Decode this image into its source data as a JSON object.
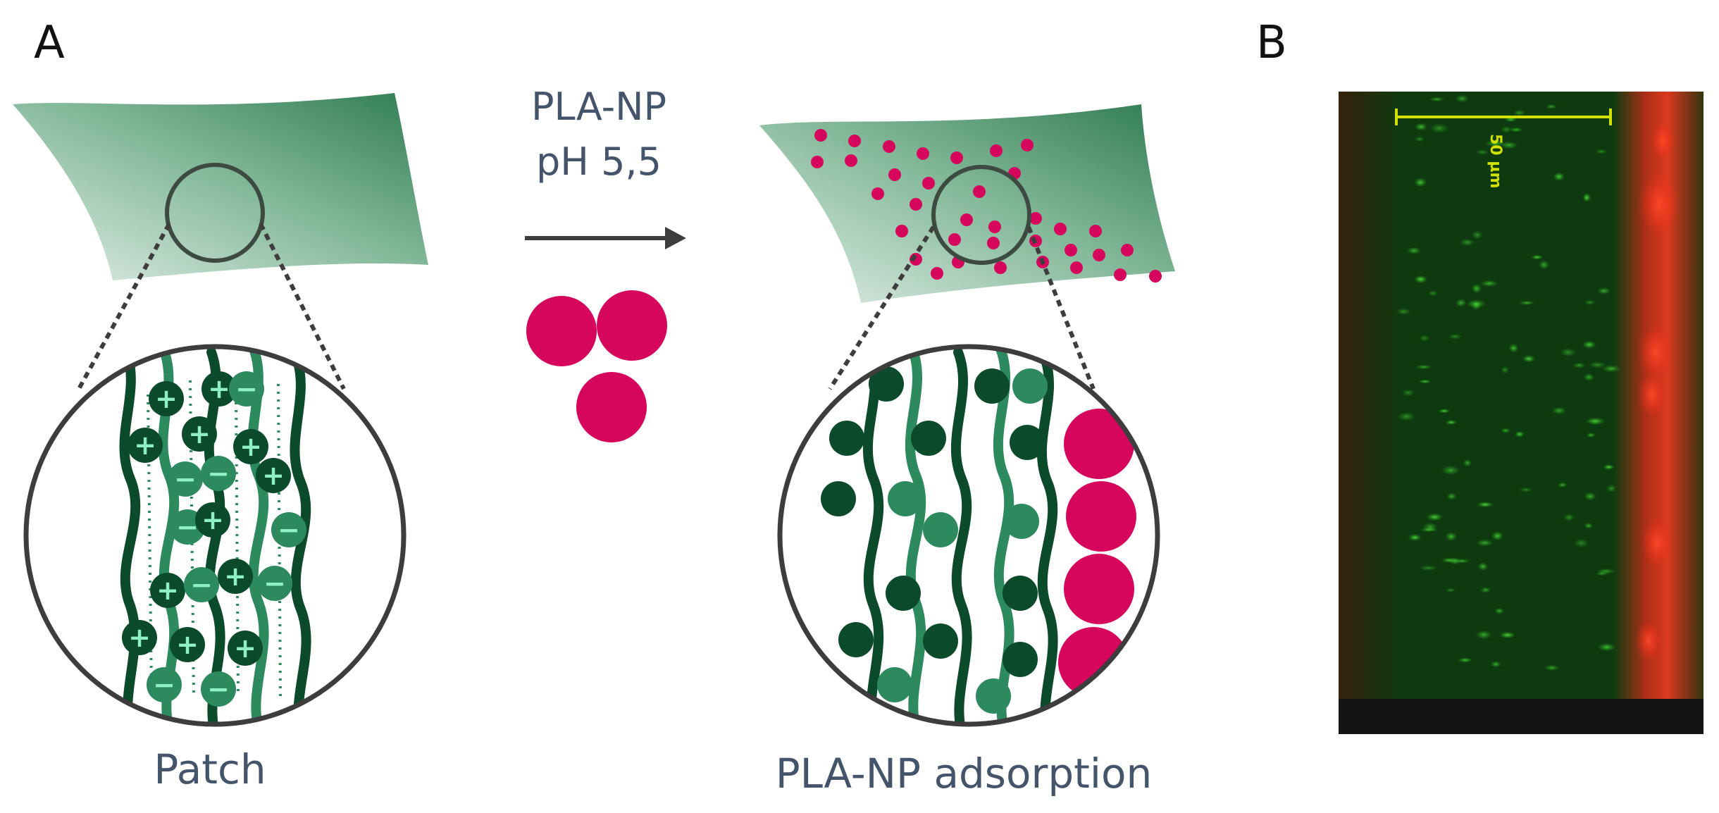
{
  "panels": {
    "a": {
      "letter": "A",
      "reagent_line1": "PLA-NP",
      "reagent_line2": "pH 5,5",
      "left_label": "Patch",
      "right_label": "PLA-NP adsorption",
      "positive_symbol": "+",
      "negative_symbol": "−"
    },
    "b": {
      "letter": "B",
      "scale_bar_label": "50 µm"
    }
  },
  "colors": {
    "dark_green": "#0c4a2c",
    "mid_green": "#2d8a5e",
    "charge_text": "#8ff0c4",
    "nanoparticle": "#d6065d",
    "label_text": "#44546a",
    "outline": "#3d3d3d",
    "micro_green": "#0e3a0f",
    "micro_red": "#ff2a1a",
    "scale_bar": "#d2e000"
  }
}
